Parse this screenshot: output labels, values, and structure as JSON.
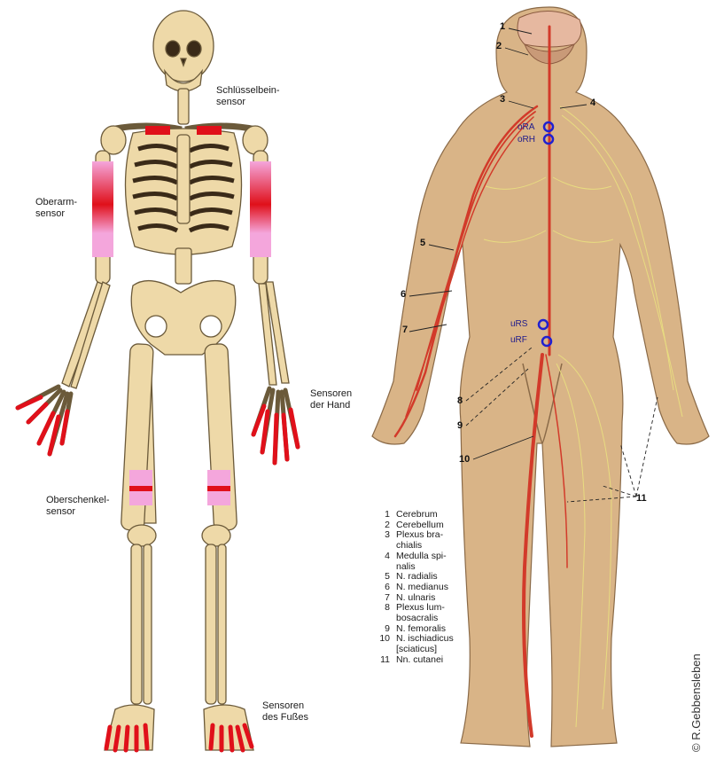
{
  "left_labels": {
    "clavicle": "Schlüsselbein-\nsensor",
    "upper_arm": "Oberarm-\nsensor",
    "hand": "Sensoren\nder Hand",
    "thigh": "Oberschenkel-\nsensor",
    "foot": "Sensoren\ndes Fußes"
  },
  "markers": {
    "ora": "oRA",
    "orh": "oRH",
    "urs": "uRS",
    "urf": "uRF"
  },
  "callouts": [
    "1",
    "2",
    "3",
    "4",
    "5",
    "6",
    "7",
    "8",
    "9",
    "10",
    "11"
  ],
  "legend": [
    {
      "n": "1",
      "t": "Cerebrum"
    },
    {
      "n": "2",
      "t": "Cerebellum"
    },
    {
      "n": "3",
      "t": "Plexus bra-\nchialis"
    },
    {
      "n": "4",
      "t": "Medulla spi-\nnalis"
    },
    {
      "n": "5",
      "t": "N. radialis"
    },
    {
      "n": "6",
      "t": "N. medianus"
    },
    {
      "n": "7",
      "t": "N. ulnaris"
    },
    {
      "n": "8",
      "t": "Plexus lum-\nbosacralis"
    },
    {
      "n": "9",
      "t": "N. femoralis"
    },
    {
      "n": "10",
      "t": "N. ischiadicus\n[sciaticus]"
    },
    {
      "n": "11",
      "t": "Nn. cutanei"
    }
  ],
  "copyright": "© R.Gebbensleben",
  "colors": {
    "bone": "#eed9a8",
    "bone_outline": "#6b5a3a",
    "sensor_red": "#e0101a",
    "sensor_pink": "#f4a6dc",
    "skin": "#d9b487",
    "nerve": "#d23a2a",
    "marker": "#1f1a8c"
  }
}
